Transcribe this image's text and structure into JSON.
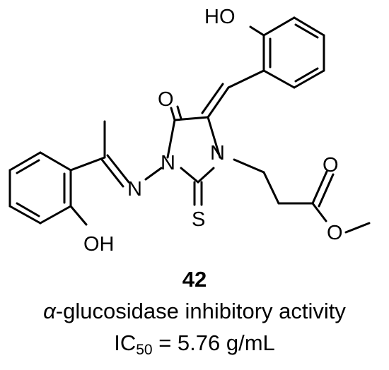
{
  "structure": {
    "atom_labels": {
      "hydroxyl_top": "HO",
      "carbonyl_oxygen": "O",
      "ring_nitrogen_left": "N",
      "ring_nitrogen_right": "N",
      "imine_nitrogen": "N",
      "thione_sulfur": "S",
      "ester_carbonyl_oxygen": "O",
      "ester_ether_oxygen": "O",
      "hydroxyl_bottom": "OH"
    }
  },
  "caption": {
    "compound_number": "42",
    "activity_greek": "α",
    "activity_text": "-glucosidase inhibitory activity",
    "ic50_prefix": "IC",
    "ic50_subscript": "50",
    "ic50_value": " = 5.76 g/mL"
  }
}
